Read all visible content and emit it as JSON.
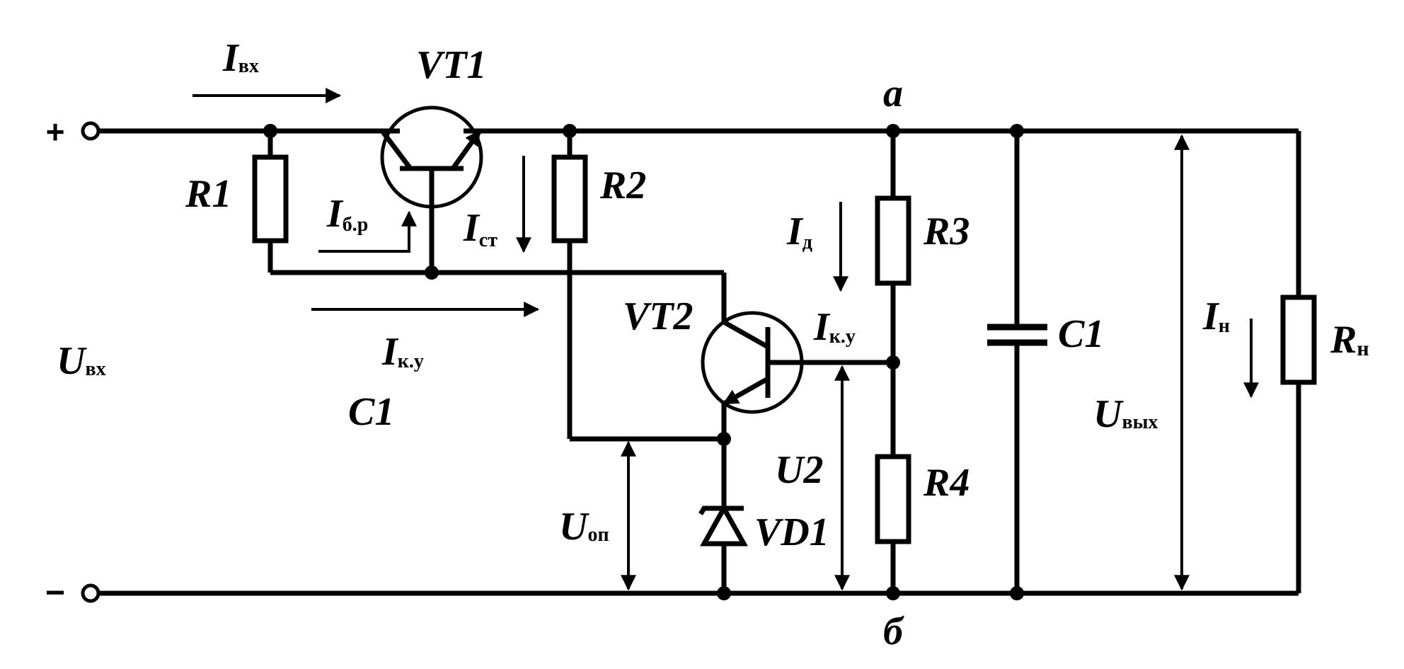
{
  "terminals": {
    "plus": "+",
    "minus": "−"
  },
  "nodes": {
    "a": "a",
    "b": "б"
  },
  "components": {
    "VT1": "VT1",
    "VT2": "VT2",
    "R1": "R1",
    "R2": "R2",
    "R3": "R3",
    "R4": "R4",
    "C1": "C1",
    "C1_extra": "C1",
    "VD1": "VD1",
    "Rn": {
      "main": "R",
      "sub": "н"
    }
  },
  "currents": {
    "I_in": {
      "main": "I",
      "sub": "вх"
    },
    "I_br": {
      "main": "I",
      "sub": "б.р"
    },
    "I_st": {
      "main": "I",
      "sub": "ст"
    },
    "I_ku_main": {
      "main": "I",
      "sub": "к.у"
    },
    "I_ku_vt2": {
      "main": "I",
      "sub": "к.у"
    },
    "I_d": {
      "main": "I",
      "sub": "д"
    },
    "I_n": {
      "main": "I",
      "sub": "н"
    }
  },
  "voltages": {
    "U_in": {
      "main": "U",
      "sub": "вх"
    },
    "U_ref": {
      "main": "U",
      "sub": "оп"
    },
    "U2": "U2",
    "U_out": {
      "main": "U",
      "sub": "вых"
    }
  }
}
